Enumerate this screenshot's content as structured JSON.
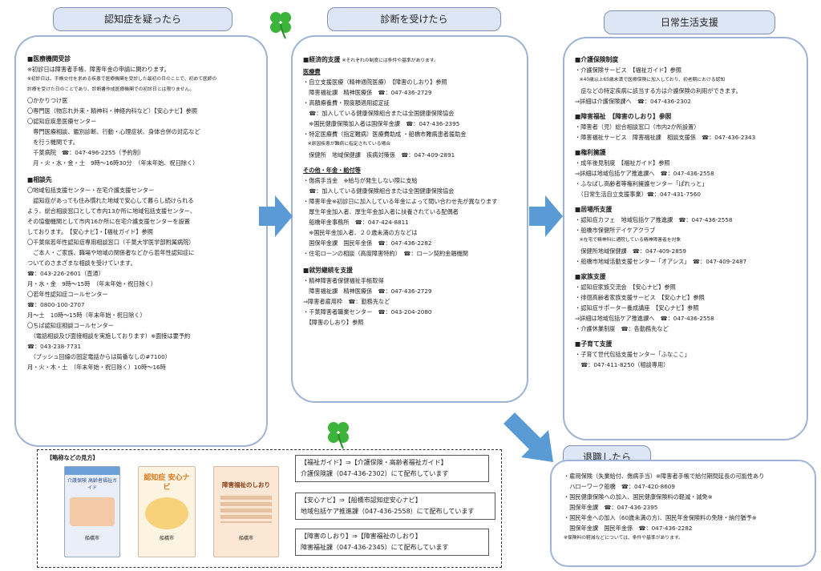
{
  "headers": {
    "suspect": "認知症を疑ったら",
    "diagnosed": "診断を受けたら",
    "daily": "日常生活支援",
    "retire": "退職したら"
  },
  "left": {
    "medical_title": "■医療機関受診",
    "medical_lines": [
      "※初診日は障害者手帳、障害年金の申請に関わります。",
      "※初診日は、手帳交付を求める疾患で医療機関を受診した最初の日のことで、初めて医師の",
      "診療を受けた日のことであり、診断書作成医療機関での初診日とは限りません。",
      "〇かかりつけ医",
      "〇専門医（物忘れ外来・精神科・神経内科など）【安心ナビ】参照",
      "〇認知症疾患医療センター",
      "　専門医療相談、鑑別診断、行動・心理症状、身体合併の対応など",
      "　を行う機関です。",
      "　千葉病院　☎：047-496-2255（予約制）",
      "　月・火・水・金・土　9時～16時30分　（年末年始、祝日除く）"
    ],
    "consult_title": "■相談先",
    "consult_lines": [
      "〇地域包括支援センター・在宅介護支援センター",
      "　認知症があっても住み慣れた地域で安心して暮らし続けられる",
      "よう、総合相談窓口として市内13か所に地域包括支援センター、",
      "その協働機関として市内16か所に在宅介護支援センターを設置",
      "しております。　【安心ナビ】・【福祉ガイド】参照",
      "〇千葉県若年性認知症専用相談窓口（千葉大学医学部附属病院）",
      "　ご本人・ご家族、職場や地域の関係者などから若年性認知症に",
      "ついてのさまざまな相談を受けています。",
      "☎：043-226-2601（直通）",
      "月・水・金　9時～15時　（年末年始・祝日除く）",
      "〇若年性認知症コールセンター",
      "☎：0800-100-2707",
      "月～土　10時～15時（年末年始・祝日除く）",
      "〇ちば認知症相談コールセンター",
      "　（電話相談及び面接相談を実施しております）※面接は要予約",
      "☎：043-238-7731",
      "　（プッシュ回線の固定電話からは局番なしの#7100）",
      "月・火・木・土　（年末年始・祝日除く）10時～16時"
    ]
  },
  "middle": {
    "econ_title": "■経済的支援",
    "econ_note": "※それぞれの制度には条件や基準があります。",
    "medical_sub": "医療費",
    "econ_lines": [
      "・自立支援医療（精神通院医療）　【障害のしおり】参照",
      "　障害福祉課　精神医療係　☎：047-436-2729",
      "・高額療養費・限度額適用認定証",
      "　☎：加入している健康保険組合または全国健康保険協会",
      "　※国民健康保険加入者は国保年金課　☎：047-436-2395",
      "・特定医療費（指定難病）医療費助成 ・船橋市難病患者援助金",
      "　※原因疾患が難病に指定されている場合",
      "　保健所　地域保健課　疾病対策係　☎：047-409-2891"
    ],
    "other_sub": "その他・年金・給付等",
    "other_lines": [
      "・傷病手当金　※給与が発生しない際に支給",
      "　☎：加入している健康保険組合または全国健康保険協会",
      "・障害年金※初診日に加入している年金によって問い合わせ先が異なります",
      "　厚生年金加入者、厚生年金加入者に扶養されている配偶者",
      "　船橋年金事務所　☎：047-424-8811",
      "　※国民年金加入者、２０歳未満の方などは",
      "　国保年金課　国民年金係　☎：047-436-2282",
      "・住宅ローンの相談（高度障害特約）　☎：ローン契約金融機関"
    ],
    "work_title": "■就労継続を支援",
    "work_lines": [
      "・精神障害者保健福祉手帳取得",
      "　障害福祉課　精神医療係　☎：047-436-2729",
      "⇒障害者雇用枠　☎：勤務先など",
      "・千葉障害者職業センター　☎：043-204-2080",
      "　【障害のしおり】参照"
    ]
  },
  "right": {
    "sections": [
      {
        "title": "■介護保険制度",
        "lines": [
          "・介護保険サービス　【福祉ガイド】参照",
          "　※40歳以上65歳未満で医療保険に加入しており、初老期における認知",
          "　症などの特定疾病に該当する方は介護保険の利用ができます。",
          "⇒詳細は介護保険課へ　☎：047-436-2302"
        ]
      },
      {
        "title": "■障害福祉　【障害のしおり】参照",
        "lines": [
          "・障害者（児）総合相談窓口（市内2か所設置）",
          "・障害福祉サービス　障害福祉課　相談支援係　☎：047-436-2343"
        ]
      },
      {
        "title": "■権利擁護",
        "lines": [
          "・成年後見制度　【福祉ガイド】参照",
          "⇒詳細は地域包括ケア推進課へ　☎：047-436-2558",
          "・ふなばし高齢者等権利擁護センター「ぱれっと」",
          "　（日常生活自立支援事業）☎：047-431-7560"
        ]
      },
      {
        "title": "■居場所支援",
        "lines": [
          "・認知症カフェ　地域包括ケア推進課　☎：047-436-2558",
          "・船橋市保健所デイケアクラブ",
          "　※在宅で精神科に通院している精神障害者を対象",
          "　保健所地域保健課　☎：047-409-2859",
          "・船橋市地域活動支援センター「オアシス」　☎：047-409-2487"
        ]
      },
      {
        "title": "■家族支援",
        "lines": [
          "・認知症家族交流会　【安心ナビ】参照",
          "・徘徊高齢者家族支援サービス　【安心ナビ】参照",
          "・認知症サポーター養成講座　【安心ナビ】参照",
          "⇒詳細は地域包括ケア推進課へ　☎：047-436-2558",
          "・介護休業制度　☎：各勤務先など"
        ]
      },
      {
        "title": "■子育て支援",
        "lines": [
          "・子育て世代包括支援センター「ふなここ」",
          "　☎：047-411-8250（相談専用）"
        ]
      }
    ]
  },
  "retire": {
    "lines": [
      "・雇用保険（失業給付、傷病手当）※障害者手帳で給付期間延長の可能性あり",
      "　ハローワーク船橋　☎：047-420-8609",
      "・国民健康保険への加入、国民健康保険料の軽減・減免※",
      "　国保年金課　☎：047-436-2395",
      "・国民年金への加入（60歳未満の方)、国民年金保険料の免除・納付猶予※",
      "　国保年金課　国民年金係　☎：047-436-2282",
      "※保険料の軽減などについては、条件や基準があります。"
    ]
  },
  "legend": {
    "title": "【略称などの見方】",
    "boxes": [
      {
        "line1": "【福祉ガイド】⇒【介護保険・高齢者福祉ガイド】",
        "line2": "介護保険課（047-436-2302）にて配布しています"
      },
      {
        "line1": "【安心ナビ】⇒【船橋市認知症安心ナビ】",
        "line2": "地域包括ケア推進課（047-436-2558）にて配布しています"
      },
      {
        "line1": "【障害のしおり】⇒【障害福祉のしおり】",
        "line2": "障害福祉課（047-436-2345）にて配布しています"
      }
    ],
    "book1": {
      "title": "介護保険 高齢者福祉ガイド",
      "footer": "船橋市"
    },
    "book2": {
      "title": "認知症 安心ナビ",
      "footer": "船橋市"
    },
    "book3": {
      "title": "障害福祉のしおり",
      "footer": "船橋市"
    }
  },
  "colors": {
    "header_bg": "#dde6f4",
    "panel_border": "#9fb3d6",
    "arrow": "#5b9bd5",
    "clover": "#3cb43c"
  }
}
